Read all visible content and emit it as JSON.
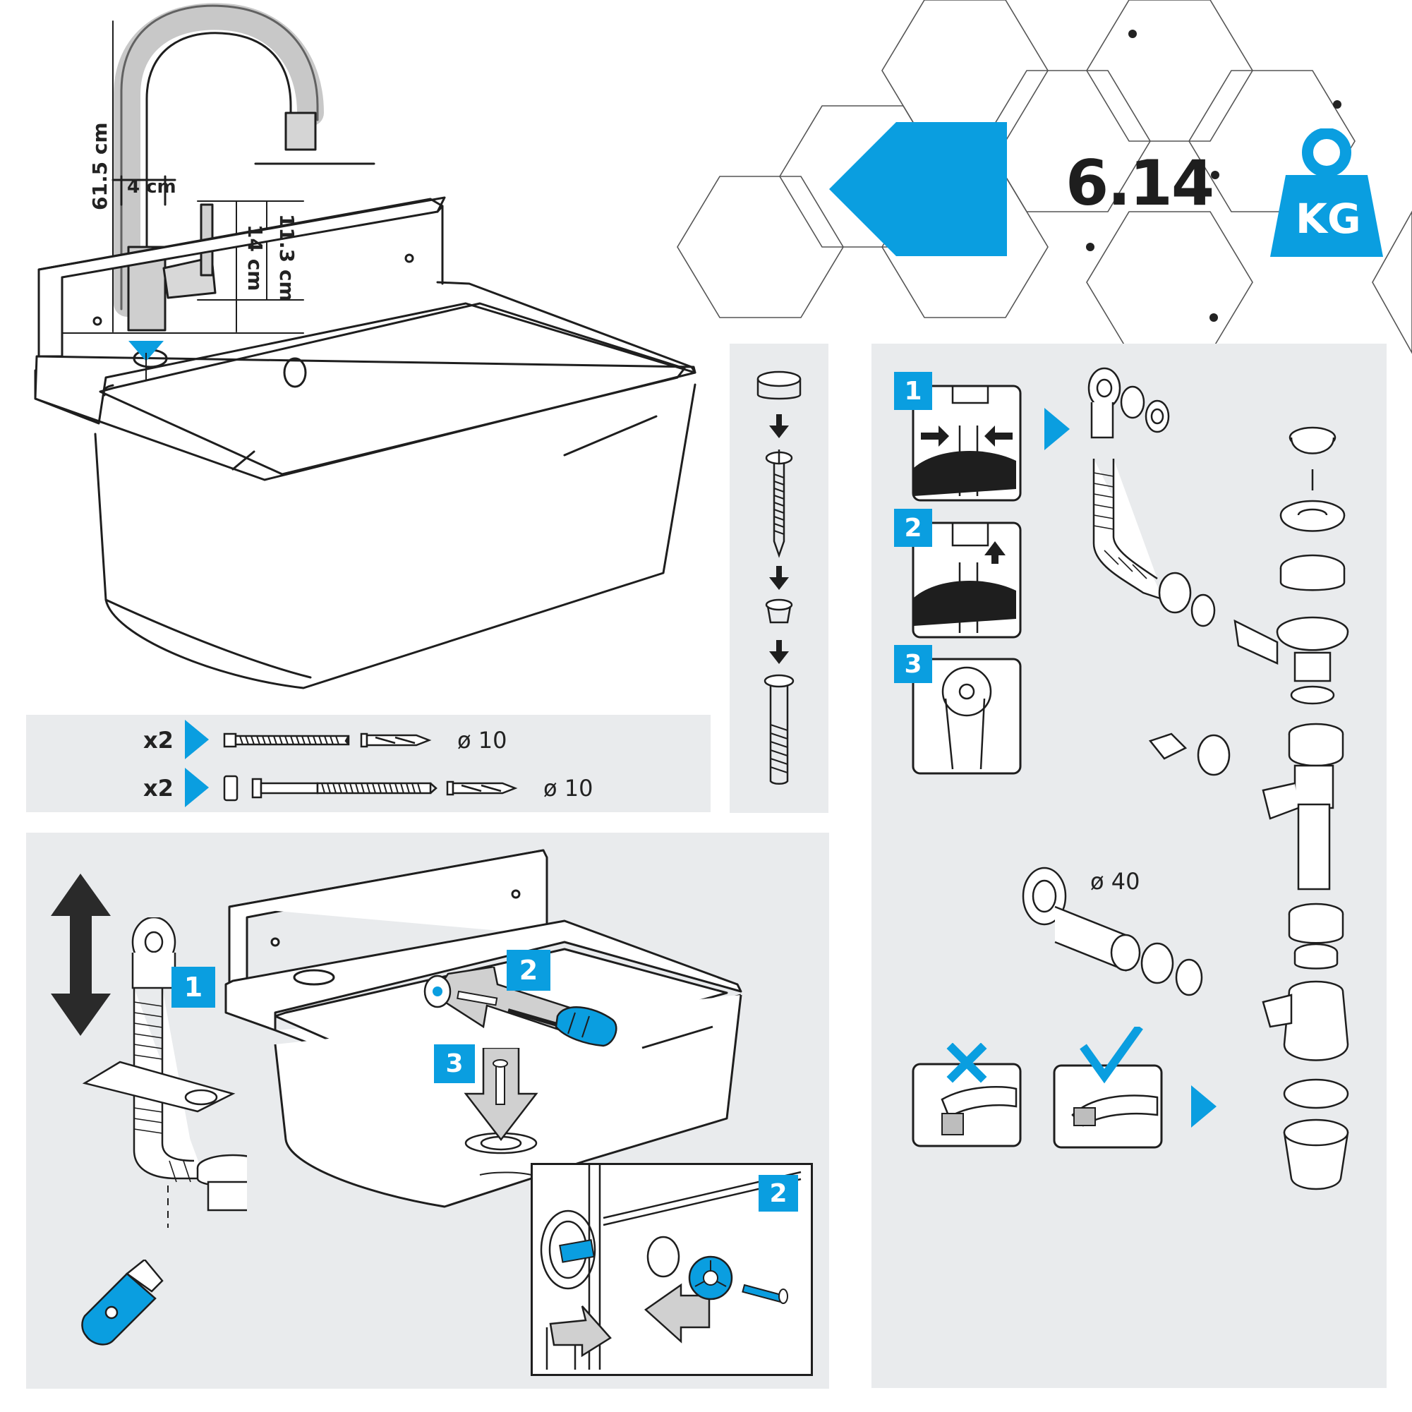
{
  "dimensions": {
    "faucet_height": "61.5 cm",
    "faucet_diameter": "4 cm",
    "handle_height": "11.3 cm",
    "base_height": "14 cm"
  },
  "weight": {
    "value": "6.14",
    "unit": "KG"
  },
  "fixings": [
    {
      "quantity": "x2",
      "diameter": "ø 10"
    },
    {
      "quantity": "x2",
      "diameter": "ø 10"
    }
  ],
  "overflow_steps": [
    "1",
    "2",
    "3"
  ],
  "siphon": {
    "steps": [
      "1",
      "2",
      "3"
    ],
    "pipe_diameter": "ø 40"
  },
  "install_steps": {
    "step1": "1",
    "step2": "2",
    "step3": "3",
    "detail": "2"
  },
  "colors": {
    "accent": "#0a9ee0",
    "panel": "#e9ebed",
    "line": "#2a2a2a"
  },
  "icons": [
    "arrow-left-icon",
    "weight-icon",
    "play-arrow-icon",
    "double-arrow-icon",
    "cross-icon",
    "check-icon",
    "screwdriver-icon",
    "utility-knife-icon"
  ]
}
